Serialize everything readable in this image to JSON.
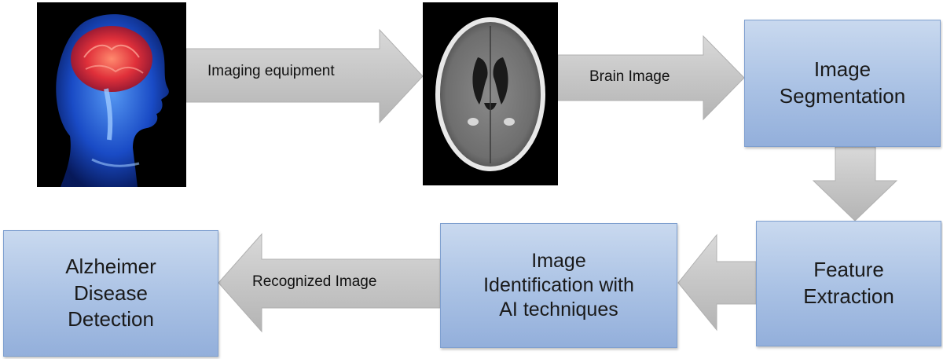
{
  "arrow_labels": {
    "imaging": "Imaging equipment",
    "brain_image": "Brain Image",
    "recognized": "Recognized Image"
  },
  "boxes": {
    "segmentation": "Image\nSegmentation",
    "feature": "Feature\nExtraction",
    "identification": "Image\nIdentification with\nAI techniques",
    "detection": "Alzheimer\nDisease\nDetection"
  },
  "colors": {
    "box_fill": "#a9c1e4",
    "box_border": "#7e9fcf",
    "arrow_fill": "#c8c8c8",
    "head_photo_bg": "#000000",
    "brain_highlight": "#e0303a"
  }
}
